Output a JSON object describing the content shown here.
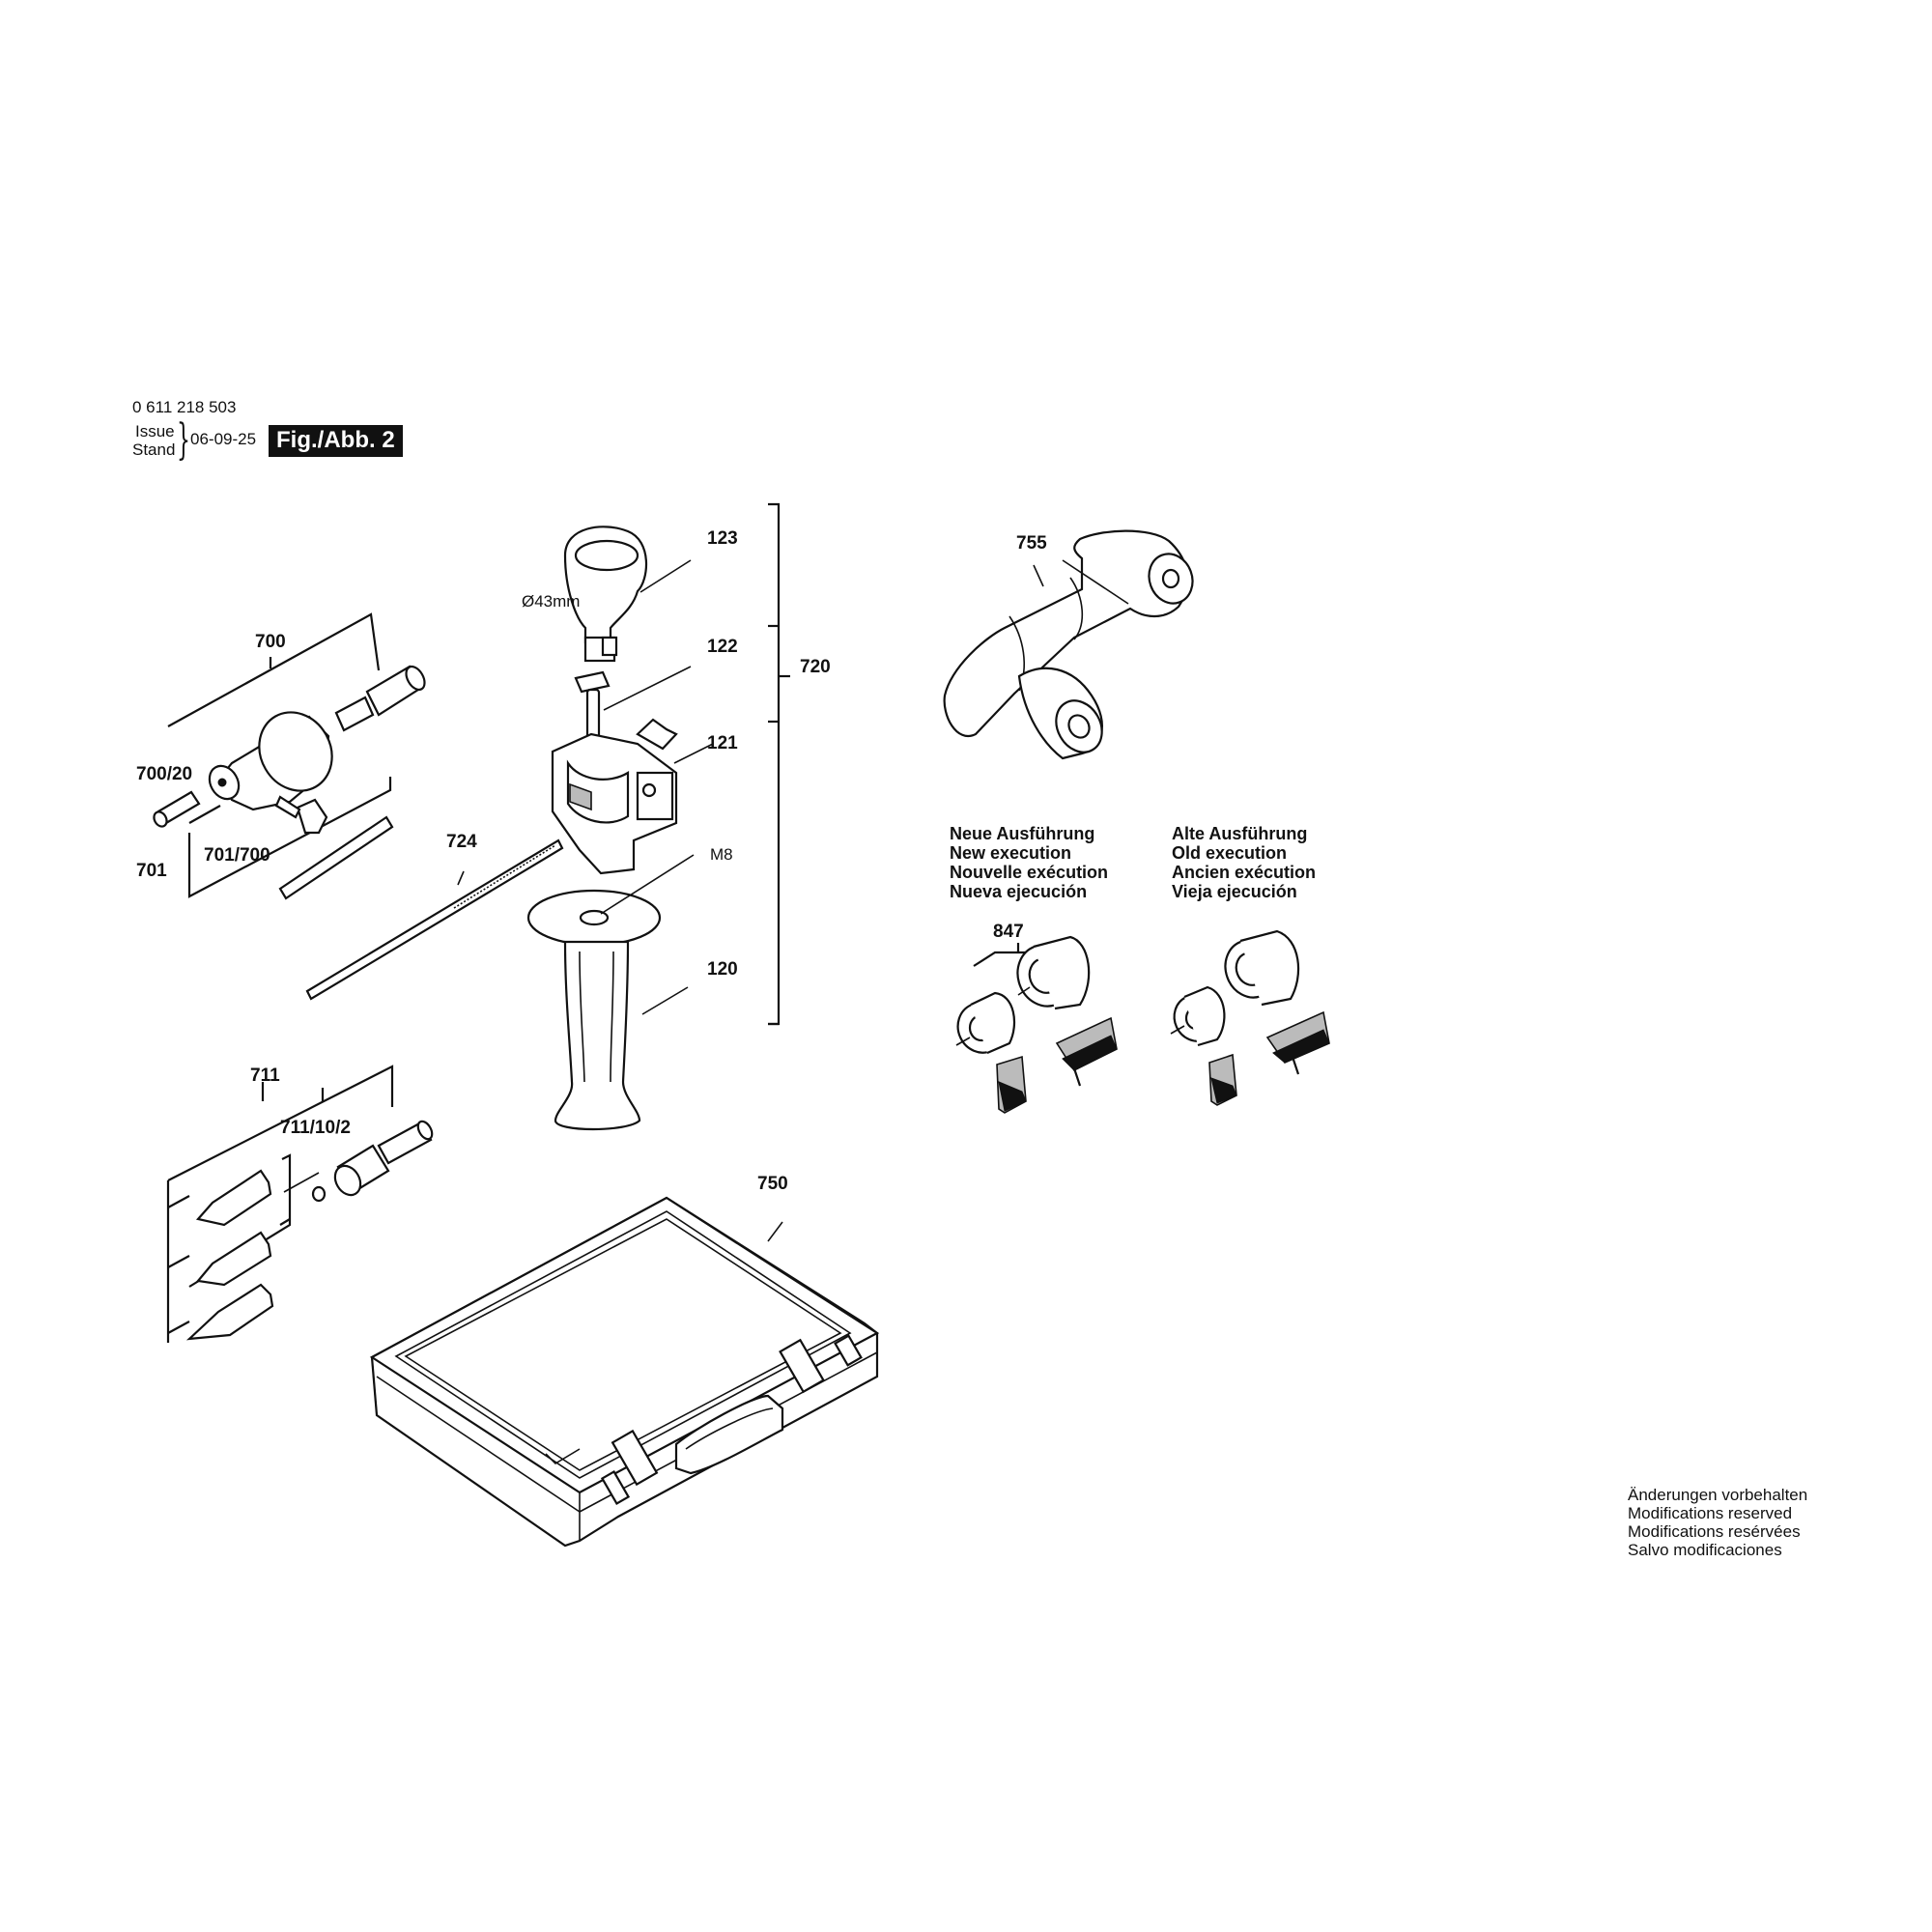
{
  "header": {
    "part_number": "0 611 218 503",
    "issue_label": "Issue",
    "stand_label": "Stand",
    "date": "06-09-25",
    "figure": "Fig./Abb. 2"
  },
  "labels": {
    "p123": "123",
    "p122": "122",
    "p121": "121",
    "p120": "120",
    "p720": "720",
    "diameter": "Ø43mm",
    "m8": "M8",
    "p700": "700",
    "p700_20": "700/20",
    "p701": "701",
    "p701_700": "701/700",
    "p724": "724",
    "p755": "755",
    "p711": "711",
    "p711_10_2": "711/10/2",
    "p750": "750",
    "p847": "847"
  },
  "execution": {
    "new": [
      "Neue Ausführung",
      "New execution",
      "Nouvelle exécution",
      "Nueva ejecución"
    ],
    "old": [
      "Alte Ausführung",
      "Old execution",
      "Ancien exécution",
      "Vieja ejecución"
    ]
  },
  "notice": [
    "Änderungen vorbehalten",
    "Modifications reserved",
    "Modifications resérvées",
    "Salvo modificaciones"
  ]
}
